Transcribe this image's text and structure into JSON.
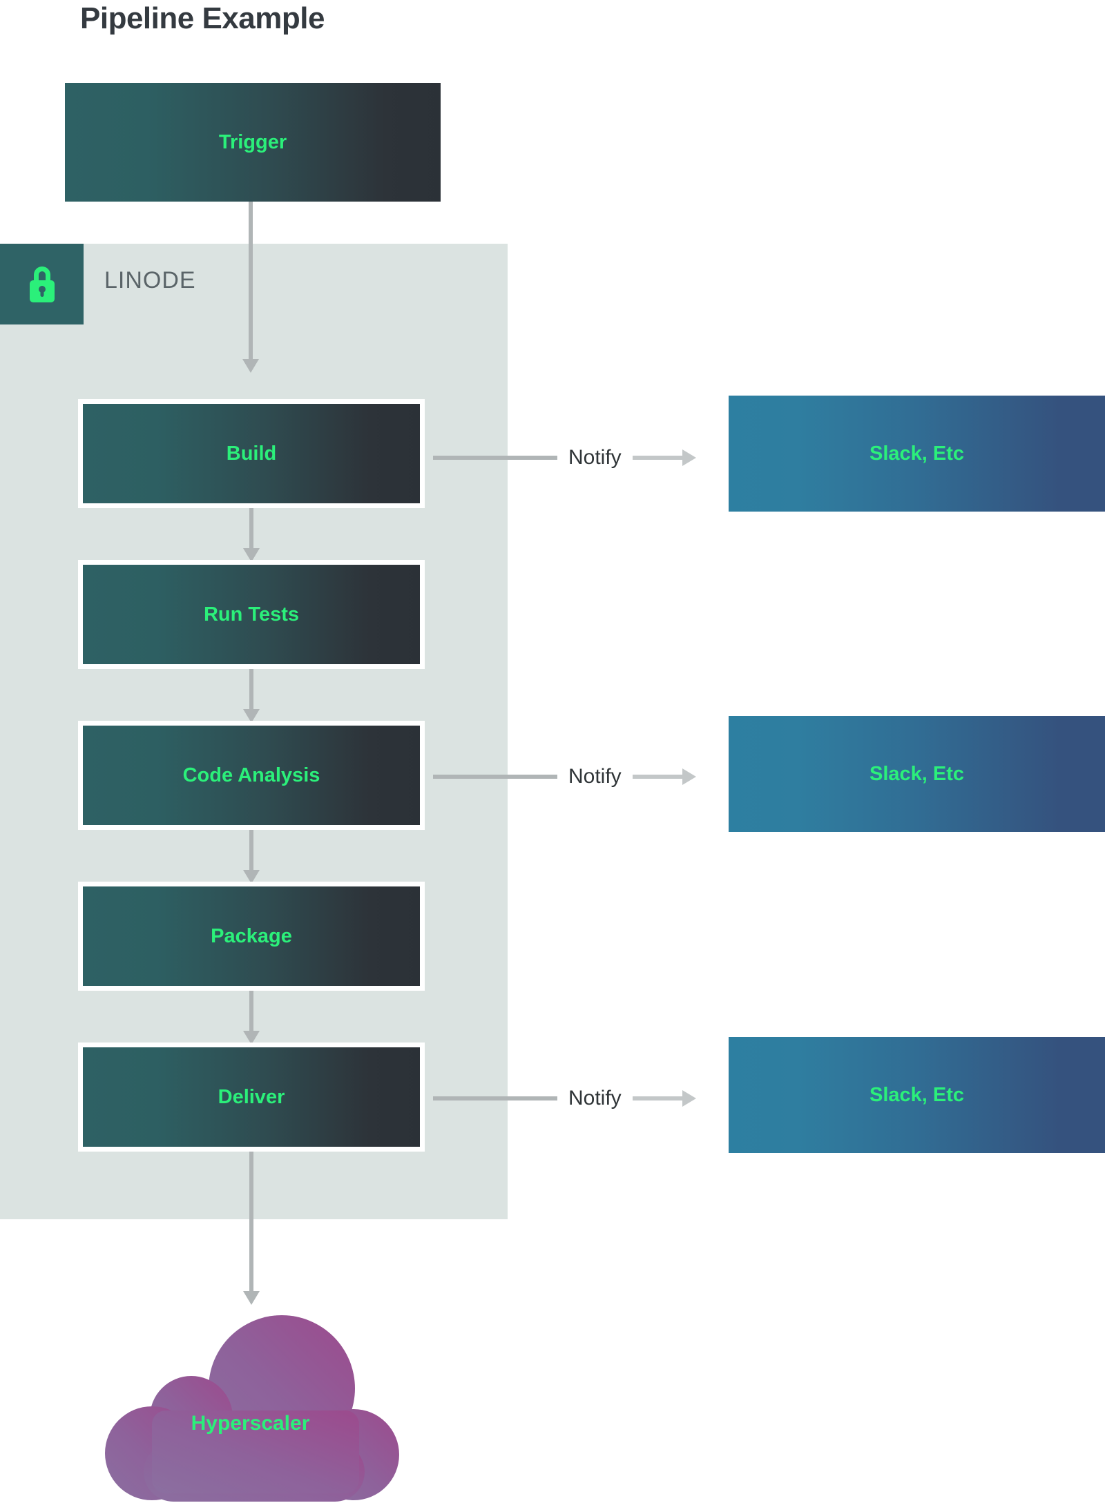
{
  "title": "Pipeline Example",
  "zone": {
    "label": "LINODE",
    "icon": "lock-icon",
    "badge_color": "#2f6366",
    "panel_color": "#dbe3e1"
  },
  "colors": {
    "stage_text": "#2bf07a",
    "stage_gradient_start": "#2e6164",
    "stage_gradient_end": "#2b3137",
    "notify_gradient_start": "#2d7fa1",
    "notify_gradient_end": "#35527e",
    "cloud_gradient_start": "#8d6a9c",
    "cloud_gradient_end": "#9b4a8c",
    "arrow": "#b0b5b6",
    "title": "#343a40",
    "zone_label": "#5a6468",
    "notify_text": "#2f3437"
  },
  "nodes": {
    "trigger": {
      "label": "Trigger"
    },
    "build": {
      "label": "Build"
    },
    "run_tests": {
      "label": "Run Tests"
    },
    "code_analysis": {
      "label": "Code Analysis"
    },
    "package": {
      "label": "Package"
    },
    "deliver": {
      "label": "Deliver"
    },
    "cloud": {
      "label": "Hyperscaler"
    }
  },
  "notifications": [
    {
      "edge_label": "Notify",
      "target_label": "Slack, Etc"
    },
    {
      "edge_label": "Notify",
      "target_label": "Slack, Etc"
    },
    {
      "edge_label": "Notify",
      "target_label": "Slack, Etc"
    }
  ],
  "flow": {
    "sequence": [
      "Trigger",
      "Build",
      "Run Tests",
      "Code Analysis",
      "Package",
      "Deliver",
      "Hyperscaler"
    ],
    "notify_sources": [
      "Build",
      "Code Analysis",
      "Deliver"
    ]
  }
}
